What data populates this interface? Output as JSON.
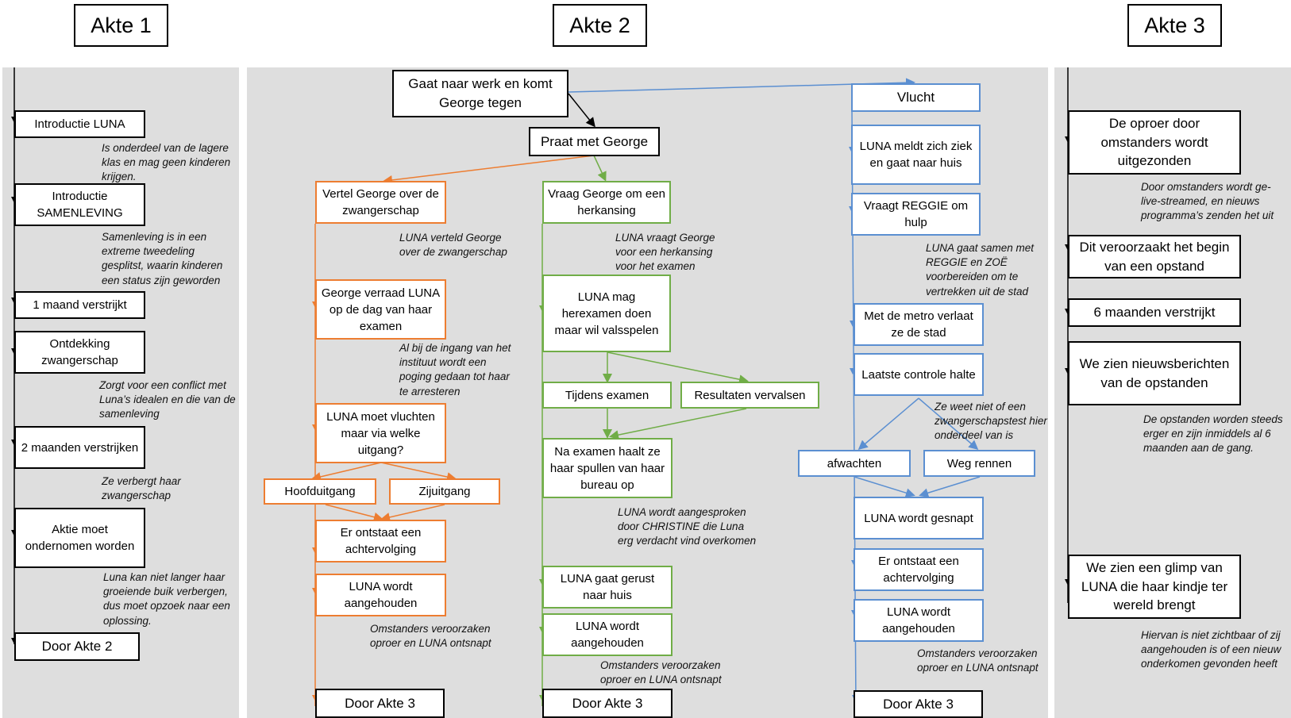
{
  "headers": {
    "akte1": "Akte 1",
    "akte2": "Akte 2",
    "akte3": "Akte 3"
  },
  "colors": {
    "panel": "#dedede",
    "orange": "#ed7d31",
    "green": "#70ad47",
    "blue": "#5b8fd1",
    "black": "#000000"
  },
  "akte1": {
    "boxes": [
      "Introductie LUNA",
      "Introductie SAMENLEVING",
      "1 maand verstrijkt",
      "Ontdekking zwangerschap",
      "2 maanden verstrijken",
      "Aktie moet ondernomen worden",
      "Door Akte 2"
    ],
    "notes": [
      "Is onderdeel van de lagere klas en mag geen kinderen krijgen.",
      "Samenleving is in een extreme tweedeling gesplitst, waarin kinderen een status zijn geworden",
      "Zorgt voor een conflict met Luna’s idealen en die van de samenleving",
      "Ze verbergt haar zwangerschap",
      "Luna kan niet langer haar groeiende buik verbergen, dus moet opzoek naar een oplossing."
    ]
  },
  "akte2": {
    "start": "Gaat naar werk en komt George tegen",
    "praat": "Praat met George",
    "orange": {
      "boxes": [
        "Vertel George over de zwangerschap",
        "George verraad LUNA op de dag van haar examen",
        "LUNA moet vluchten maar via welke uitgang?",
        "Hoofduitgang",
        "Zijuitgang",
        "Er ontstaat een achtervolging",
        "LUNA wordt aangehouden",
        "Door Akte 3"
      ],
      "notes": [
        "LUNA verteld George over de zwangerschap",
        "Al bij de ingang van het instituut wordt een poging gedaan tot haar te arresteren",
        "Omstanders veroorzaken oproer en LUNA ontsnapt"
      ]
    },
    "green": {
      "boxes": [
        "Vraag George om een herkansing",
        "LUNA mag herexamen doen maar wil valsspelen",
        "Tijdens examen",
        "Resultaten vervalsen",
        "Na examen haalt ze haar spullen van haar bureau op",
        "LUNA gaat gerust naar huis",
        "LUNA wordt aangehouden",
        "Door Akte 3"
      ],
      "notes": [
        "LUNA vraagt George voor een herkansing voor het examen",
        "LUNA wordt aangesproken door CHRISTINE die Luna erg verdacht vind overkomen",
        "Omstanders veroorzaken oproer en LUNA ontsnapt"
      ]
    },
    "blue": {
      "boxes": [
        "Vlucht",
        "LUNA meldt zich ziek en gaat naar huis",
        "Vraagt REGGIE om hulp",
        "Met de metro verlaat ze de stad",
        "Laatste controle halte",
        "afwachten",
        "Weg rennen",
        "LUNA wordt gesnapt",
        "Er ontstaat een achtervolging",
        "LUNA wordt aangehouden",
        "Door Akte 3"
      ],
      "notes": [
        "LUNA gaat samen met REGGIE en ZOË voorbereiden om te vertrekken uit de stad",
        "Ze weet niet of een zwangerschapstest hier onderdeel van is",
        "Omstanders veroorzaken oproer en LUNA ontsnapt"
      ]
    }
  },
  "akte3": {
    "boxes": [
      "De oproer door omstanders wordt uitgezonden",
      "Dit veroorzaakt het begin van een opstand",
      "6 maanden verstrijkt",
      "We zien nieuwsberichten van de opstanden",
      "We zien een glimp van LUNA die haar kindje ter wereld brengt"
    ],
    "notes": [
      "Door omstanders wordt ge-live-streamed, en nieuws programma’s zenden het uit",
      "De opstanden worden steeds erger en zijn inmiddels al 6 maanden aan de gang.",
      "Hiervan is niet zichtbaar of zij aangehouden is of een nieuw onderkomen gevonden heeft"
    ]
  }
}
